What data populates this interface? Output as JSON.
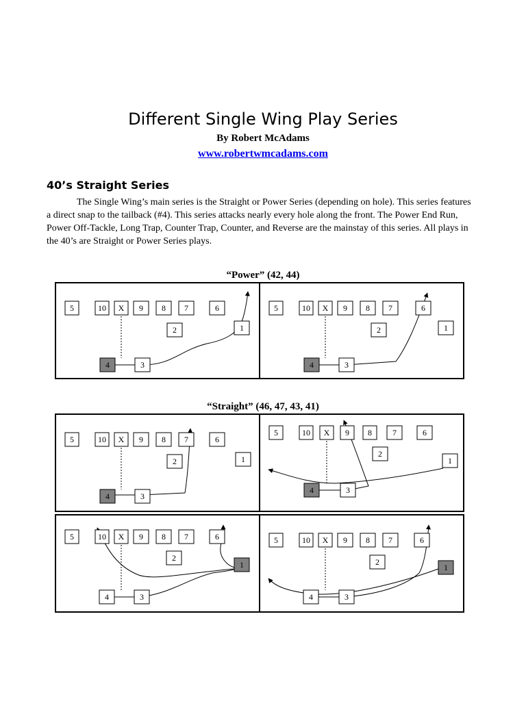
{
  "document": {
    "title": "Different Single Wing Play Series",
    "author": "By Robert McAdams",
    "link": "www.robertwmcadams.com"
  },
  "section": {
    "heading": "40’s Straight Series",
    "paragraph": "The Single Wing’s main series is the Straight or Power Series (depending on hole). This series features a direct snap to the tailback (#4).  This series attacks nearly every hole along the front.  The Power End Run, Power Off-Tackle, Long Trap, Counter Trap, Counter, and Reverse are the mainstay of this series.  All plays in the 40’s are Straight or Power Series plays."
  },
  "captions": {
    "power": "“Power” (42, 44)",
    "straight": "“Straight” (46, 47, 43, 41)"
  },
  "player_labels": {
    "le": "5",
    "c": "10",
    "x": "X",
    "rg": "9",
    "rt": "8",
    "re": "7",
    "te": "6",
    "qb": "2",
    "wb": "1",
    "tb": "4",
    "fb": "3"
  },
  "colors": {
    "highlight_fill": "#808080",
    "ink": "#000000"
  }
}
